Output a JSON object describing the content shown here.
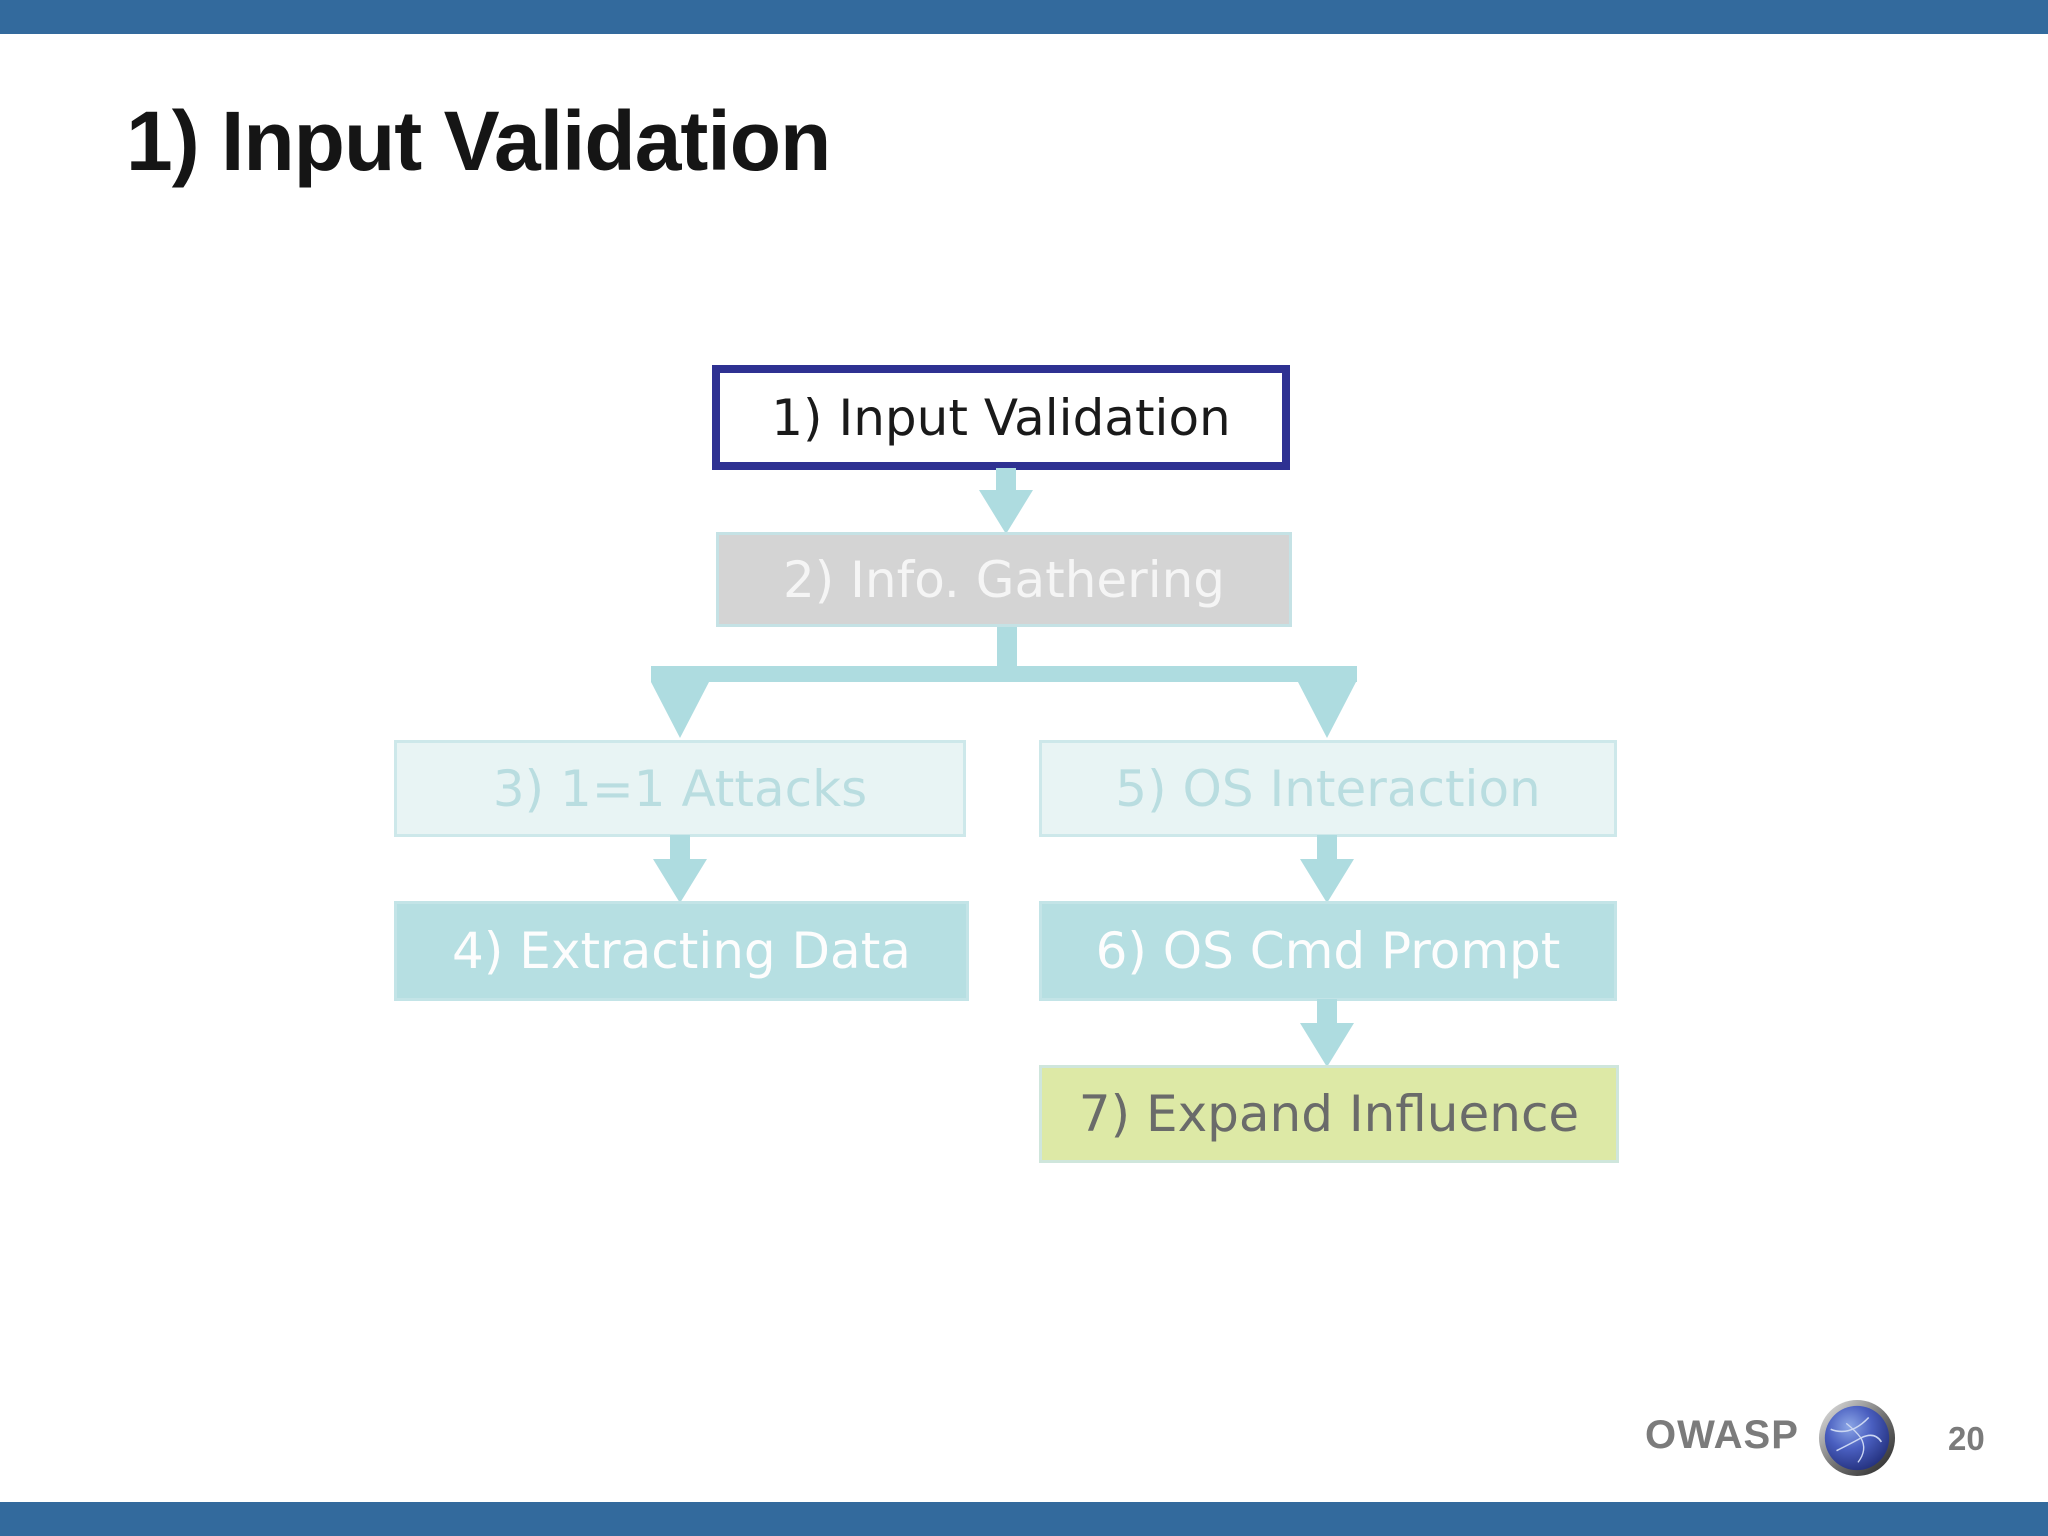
{
  "slide": {
    "title": "1) Input Validation",
    "footer": {
      "brand": "OWASP",
      "page_number": "20"
    }
  },
  "flowchart": {
    "nodes": [
      {
        "label": "1) Input Validation",
        "state": "current"
      },
      {
        "label": "2) Info. Gathering",
        "state": "completed"
      },
      {
        "label": "3) 1=1 Attacks",
        "state": "faded"
      },
      {
        "label": "4) Extracting Data",
        "state": "upcoming"
      },
      {
        "label": "5) OS Interaction",
        "state": "faded"
      },
      {
        "label": "6) OS Cmd Prompt",
        "state": "upcoming"
      },
      {
        "label": "7) Expand Influence",
        "state": "final"
      }
    ],
    "edges": [
      "1-2",
      "2-3",
      "2-5",
      "3-4",
      "5-6",
      "6-7"
    ]
  },
  "colors": {
    "top-bar": "#336a9d",
    "bottom-bar": "#336a9d",
    "node-current-border": "#2e3192",
    "node-completed-fill": "#d4d4d4",
    "node-upcoming-fill": "#b6dfe2",
    "node-faded-fill": "#e8f4f4",
    "node-faded-border": "#cde8ea",
    "node-faded-text": "#b9dde0",
    "node-final-fill": "#dde9a6",
    "node-final-text": "#6a6b6a",
    "arrow": "#aedce0",
    "footer-text": "#7b7b7b"
  }
}
